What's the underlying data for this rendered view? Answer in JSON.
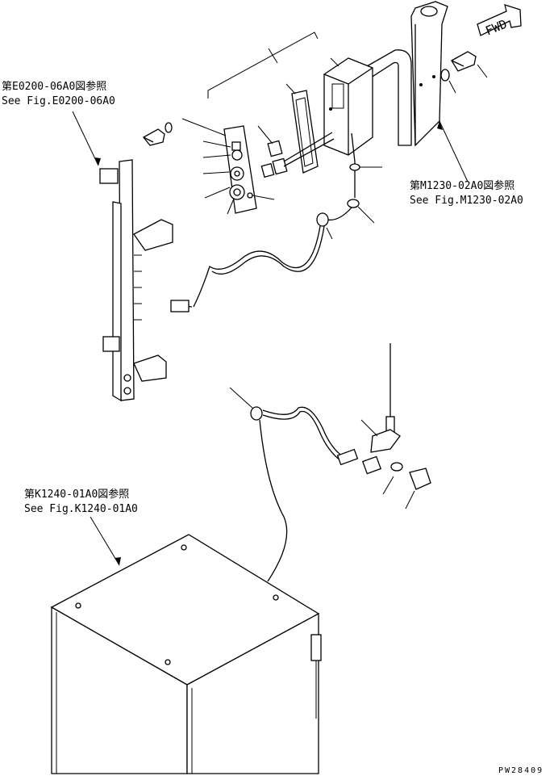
{
  "references": [
    {
      "jp": "第E0200-06A0図参照",
      "en": "See Fig.E0200-06A0"
    },
    {
      "jp": "第M1230-02A0図参照",
      "en": "See Fig.M1230-02A0"
    },
    {
      "jp": "第K1240-01A0図参照",
      "en": "See Fig.K1240-01A0"
    }
  ],
  "direction_label": "FWD",
  "drawing_code": "PW28409"
}
